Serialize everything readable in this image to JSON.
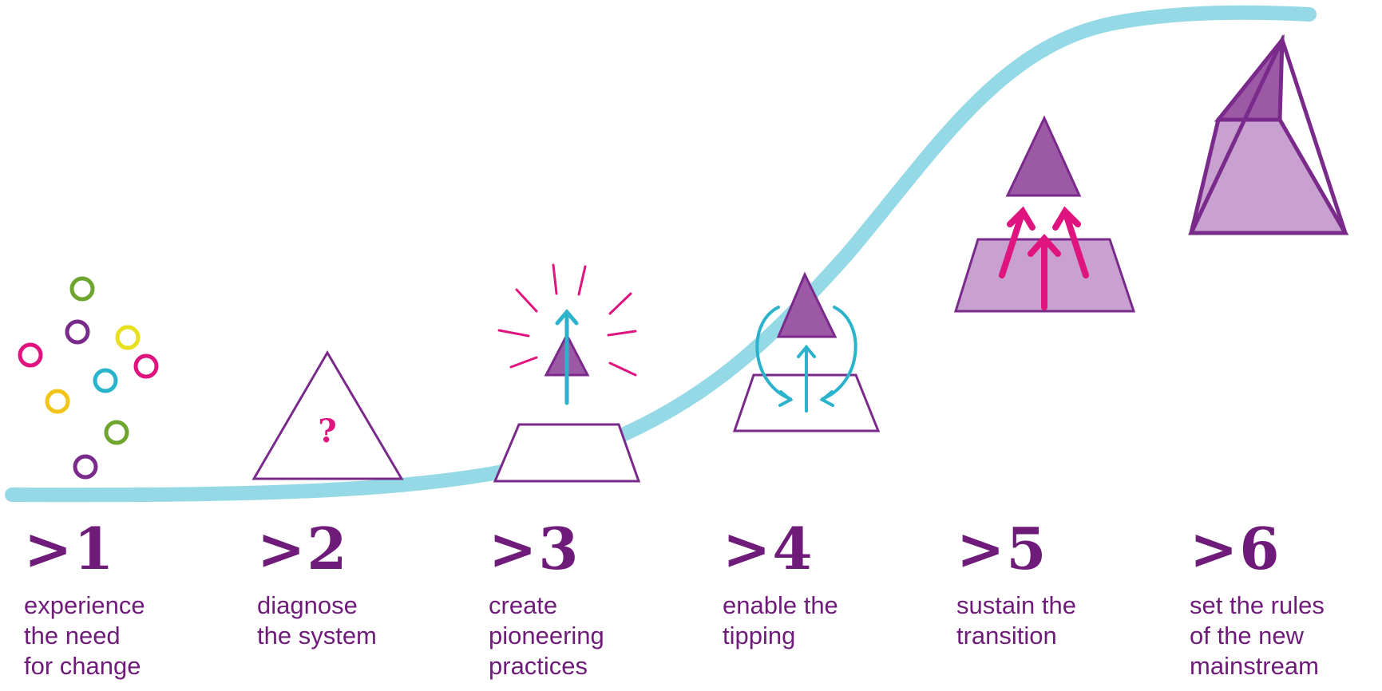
{
  "colors": {
    "curve": "#95d8e6",
    "outline": "#7a2a8a",
    "dark_fill": "#9c5aa6",
    "light_fill": "#c9a1d0",
    "question": "#e0147f",
    "arrow_cyan": "#2bb3cc",
    "arrow_pink": "#e0147f",
    "ray_pink": "#e0147f",
    "text": "#6f1b7a",
    "circle_colors": [
      "#e0147f",
      "#7a2a8a",
      "#6ea52e",
      "#e6e01e",
      "#2bb3cc",
      "#f2c318"
    ]
  },
  "stages": [
    {
      "number": ">1",
      "lines": [
        "experience",
        "the need",
        "for change"
      ]
    },
    {
      "number": ">2",
      "lines": [
        "diagnose",
        "the system"
      ]
    },
    {
      "number": ">3",
      "lines": [
        "create",
        "pioneering",
        "practices"
      ]
    },
    {
      "number": ">4",
      "lines": [
        "enable the",
        "tipping"
      ]
    },
    {
      "number": ">5",
      "lines": [
        "sustain the",
        "transition"
      ]
    },
    {
      "number": ">6",
      "lines": [
        "set the rules",
        "of the new",
        "mainstream"
      ]
    }
  ],
  "question_mark": "?"
}
